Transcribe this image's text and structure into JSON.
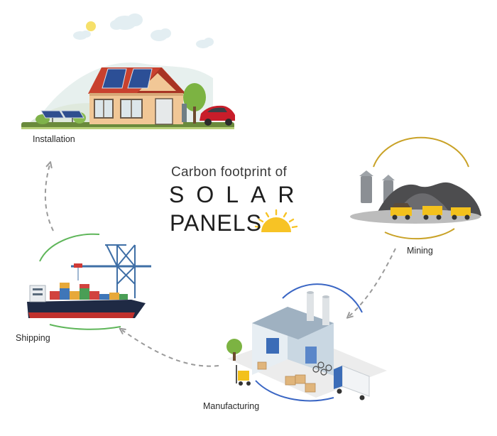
{
  "title": {
    "line1": "Carbon footprint of",
    "line2": "SOLAR",
    "line3": "PANELS"
  },
  "stages": {
    "installation": "Installation",
    "mining": "Mining",
    "manufacturing": "Manufacturing",
    "shipping": "Shipping"
  },
  "icons": [
    "sun-icon",
    "house-icon",
    "solar-panel-icon",
    "car-icon",
    "mine-icon",
    "factory-icon",
    "ship-icon",
    "crane-icon"
  ],
  "colors": {
    "arrow": "#9a9a9a",
    "mining_ring": "#c9a227",
    "factory_ring": "#3a66c4",
    "shipping_ring": "#5fb65a",
    "sun": "#f7c325"
  }
}
